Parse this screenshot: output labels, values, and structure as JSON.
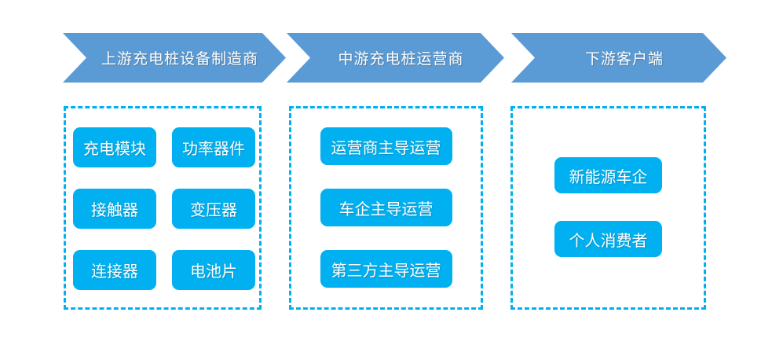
{
  "colors": {
    "arrow_fill": "#5B9BD5",
    "node_fill": "#00B0F0",
    "box_border": "#00B0F0",
    "label_text": "#FFFFFF"
  },
  "stages": [
    {
      "arrow_label": "上游充电桩设备制造商",
      "items": [
        "充电模块",
        "功率器件",
        "接触器",
        "变压器",
        "连接器",
        "电池片"
      ]
    },
    {
      "arrow_label": "中游充电桩运营商",
      "items": [
        "运营商主导运营",
        "车企主导运营",
        "第三方主导运营"
      ]
    },
    {
      "arrow_label": "下游客户端",
      "items": [
        "新能源车企",
        "个人消费者"
      ]
    }
  ]
}
